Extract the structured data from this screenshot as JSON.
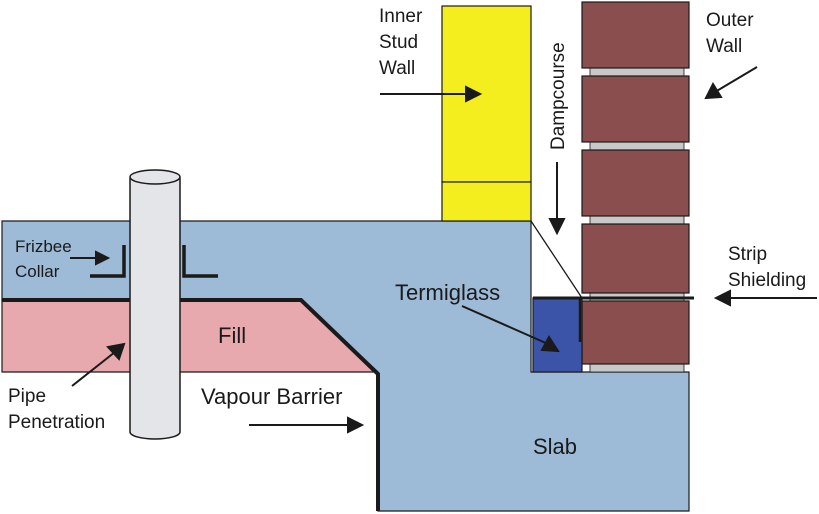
{
  "labels": {
    "inner_stud_wall": [
      "Inner",
      "Stud",
      "Wall"
    ],
    "outer_wall": [
      "Outer",
      "Wall"
    ],
    "dampcourse": "Dampcourse",
    "frizbee_collar": [
      "Frizbee",
      "Collar"
    ],
    "strip_shielding": [
      "Strip",
      "Shielding"
    ],
    "termiglass": "Termiglass",
    "fill": "Fill",
    "pipe_penetration": [
      "Pipe",
      "Penetration"
    ],
    "vapour_barrier": "Vapour Barrier",
    "slab": "Slab"
  },
  "colors": {
    "slab": "#9dbad6",
    "fill": "#e8a9ae",
    "stud_wall": "#f4ee1e",
    "brick": "#8b4e4e",
    "mortar": "#c8c8c8",
    "termiglass": "#3b54a8",
    "pipe": "#e3e5e8",
    "line": "#1a1a1a"
  }
}
